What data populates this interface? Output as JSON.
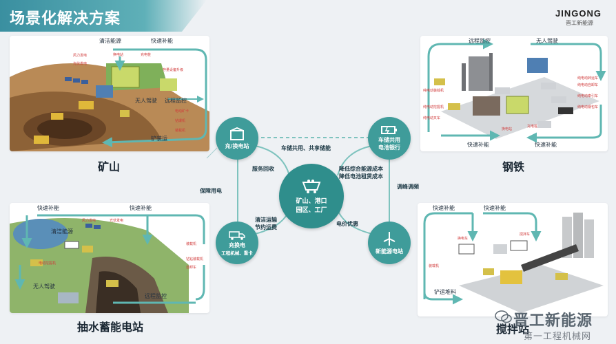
{
  "header": {
    "title": "场景化解决方案"
  },
  "logo": {
    "brand": "JINGONG",
    "tagline": "晋工新能源"
  },
  "scenes": {
    "mine": {
      "title": "矿山",
      "labels": {
        "clean_energy": "清洁能源",
        "fast_charge": "快速补能",
        "wind_power": "风力发电",
        "solar_power": "光伏发电",
        "charging_station": "换电站",
        "charging_pile": "充电桩",
        "unmanned": "无人驾驶",
        "remote": "远程监控",
        "electric_mine_truck": "电动矿卡",
        "drill": "钻爆机",
        "loader": "装载机",
        "shovel": "铲装运",
        "storage_upgrade": "存量设备升级"
      }
    },
    "steel": {
      "title": "钢铁",
      "labels": {
        "remote": "远程监控",
        "unmanned": "无人驾驶",
        "fast_charge_left": "快速补能",
        "fast_charge_right": "快速补能",
        "e_transport": "纯电动转运车",
        "e_dump": "纯电动自卸车",
        "e_tractor": "纯电动牵引车",
        "e_steel": "纯电动钢包车",
        "e_loader": "纯电动装载机",
        "e_excavator": "纯电动挖掘机",
        "e_forklift": "纯电动叉车",
        "swap_station": "换电站",
        "charge_pile": "充电桩"
      }
    },
    "pumped": {
      "title": "抽水蓄能电站",
      "labels": {
        "fast_charge_left": "快速补能",
        "fast_charge_right": "快速补能",
        "clean_energy": "清洁能源",
        "wind_power": "风力发电",
        "solar_power": "光伏发电",
        "unmanned": "无人驾驶",
        "remote": "远程监控",
        "e_excavator": "电动挖掘机",
        "loader": "装载机",
        "drill_rig": "钻钻装载机",
        "dump": "自卸车"
      }
    },
    "mixing": {
      "title": "搅拌站",
      "labels": {
        "fast_charge_left": "快速补能",
        "fast_charge_right": "快速补能",
        "mixer": "搅拌车",
        "swap": "换电车",
        "loader": "装载机",
        "shovel": "铲运堆料"
      }
    }
  },
  "hub": {
    "center": {
      "line1": "矿山、港口",
      "line2": "园区、工厂"
    },
    "swap_station": {
      "label": "充/换电站"
    },
    "battery_bank": {
      "line1": "车储共用",
      "line2": "电池银行"
    },
    "swap_vehicle": {
      "line1": "充换电",
      "line2": "工程机械、重卡"
    },
    "new_energy": {
      "label": "新能源电站"
    }
  },
  "links": {
    "shared_storage": "车储共用、共享储能",
    "service_recovery": "服务回收",
    "cost_line1": "降低综合能源成本",
    "cost_line2": "降低电池租赁成本",
    "guarantee_power": "保障用电",
    "clean_transport_1": "清洁运输",
    "clean_transport_2": "节约运费",
    "peak_shaving": "调峰调频",
    "price_advantage": "电价优惠"
  },
  "watermark": {
    "brand": "晋工新能源",
    "sub": "第一工程机械网"
  },
  "colors": {
    "arrow": "#5fb7b2",
    "hub_teal": "#2f8e8c",
    "circle_teal": "#3f9c9a",
    "header": "#3a8fa0"
  }
}
